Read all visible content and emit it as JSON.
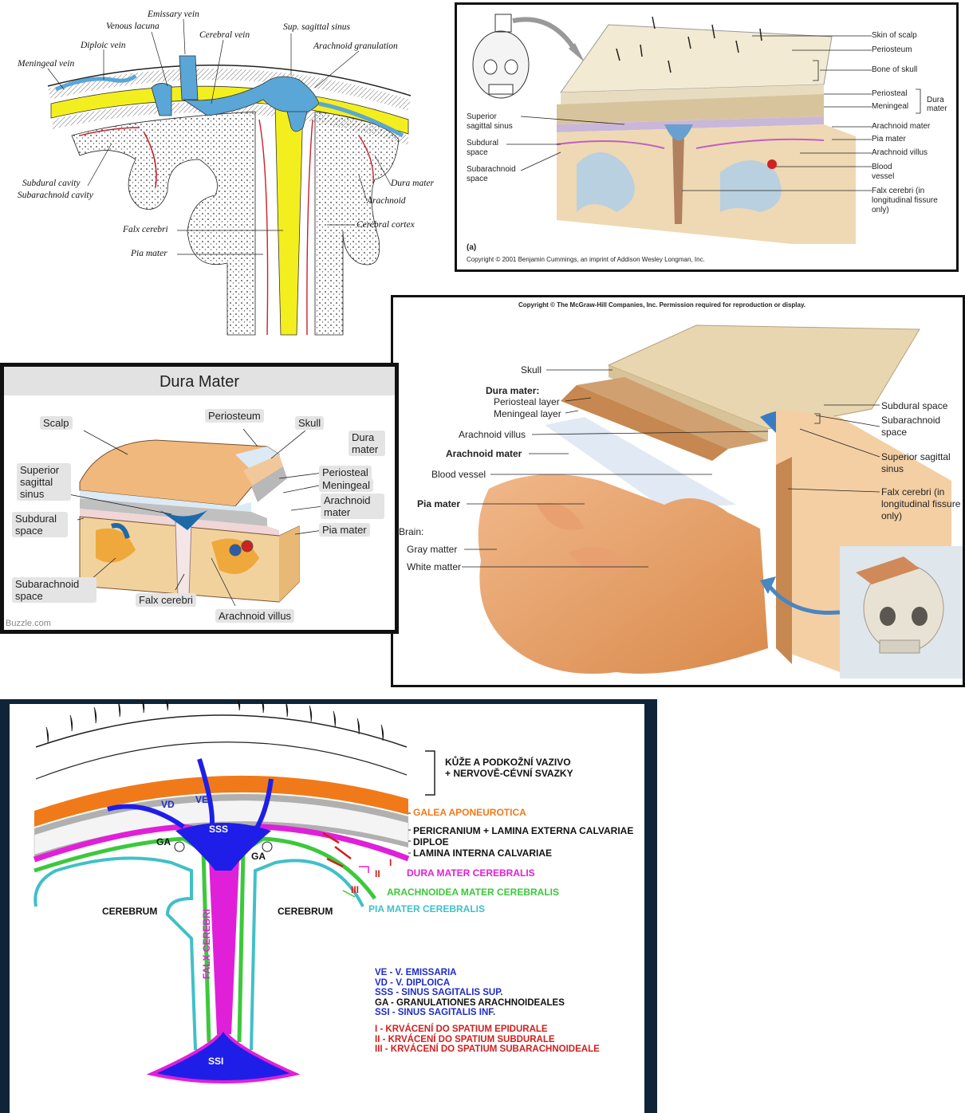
{
  "panel_gray": {
    "labels": {
      "emissary_vein": "Emissary vein",
      "venous_lacuna": "Venous lacuna",
      "cerebral_vein": "Cerebral vein",
      "sup_sagittal_sinus": "Sup. sagittal sinus",
      "diploic_vein": "Diploic vein",
      "arachnoid_granulation": "Arachnoid granulation",
      "meningeal_vein": "Meningeal vein",
      "subdural_cavity": "Subdural cavity",
      "subarachnoid_cavity": "Subarachnoid cavity",
      "dura_mater": "Dura mater",
      "arachnoid": "Arachnoid",
      "cerebral_cortex": "Cerebral cortex",
      "falx_cerebri": "Falx cerebri",
      "pia_mater": "Pia mater"
    },
    "colors": {
      "dura": "#f3ef1e",
      "vein": "#5aa6d6",
      "artery": "#c8202a"
    }
  },
  "panel_cummings": {
    "labels": {
      "skin_of_scalp": "Skin of scalp",
      "periosteum": "Periosteum",
      "bone_of_skull": "Bone of skull",
      "periosteal": "Periosteal",
      "meningeal": "Meningeal",
      "dura_mater": "Dura mater",
      "arachnoid_mater": "Arachnoid mater",
      "pia_mater": "Pia mater",
      "arachnoid_villus": "Arachnoid villus",
      "blood_vessel": "Blood vessel",
      "falx_cerebri": "Falx cerebri (in longitudinal fissure only)",
      "superior_sagittal_sinus": "Superior sagittal sinus",
      "subdural_space": "Subdural space",
      "subarachnoid_space": "Subarachnoid space",
      "panel_letter": "(a)",
      "copyright": "Copyright © 2001 Benjamin Cummings, an imprint of Addison Wesley Longman, Inc."
    }
  },
  "panel_buzzle": {
    "title": "Dura Mater",
    "labels": {
      "scalp": "Scalp",
      "periosteum": "Periosteum",
      "skull": "Skull",
      "dura_mater": "Dura mater",
      "superior_sagittal_sinus": "Superior sagittal sinus",
      "periosteal": "Periosteal",
      "meningeal": "Meningeal",
      "arachnoid_mater": "Arachnoid mater",
      "subdural_space": "Subdural space",
      "pia_mater": "Pia mater",
      "subarachnoid_space": "Subarachnoid space",
      "falx_cerebri": "Falx cerebri",
      "arachnoid_villus": "Arachnoid villus",
      "credit": "Buzzle.com"
    }
  },
  "panel_mcgraw": {
    "copyright": "Copyright © The McGraw-Hill Companies, Inc. Permission required for reproduction or display.",
    "labels": {
      "skull": "Skull",
      "dura_mater_heading": "Dura mater:",
      "periosteal_layer": "Periosteal layer",
      "meningeal_layer": "Meningeal layer",
      "arachnoid_villus": "Arachnoid villus",
      "arachnoid_mater": "Arachnoid mater",
      "blood_vessel": "Blood vessel",
      "pia_mater": "Pia mater",
      "brain": "Brain:",
      "gray_matter": "Gray matter",
      "white_matter": "White matter",
      "subdural_space": "Subdural space",
      "subarachnoid_space": "Subarachnoid space",
      "superior_sagittal_sinus": "Superior sagittal sinus",
      "falx_cerebri": "Falx cerebri (in longitudinal fissure only)"
    }
  },
  "panel_czech": {
    "labels": {
      "kuze": "KŮŽE A PODKOŽNÍ VAZIVO",
      "kuze2": "+ NERVOVĚ-CÉVNÍ SVAZKY",
      "galea": "GALEA APONEUROTICA",
      "pericranium": "PERICRANIUM + LAMINA EXTERNA CALVARIAE",
      "diploe": "DIPLOE",
      "lamina_interna": "LAMINA INTERNA CALVARIAE",
      "dura": "DURA MATER CEREBRALIS",
      "arachnoidea": "ARACHNOIDEA MATER CEREBRALIS",
      "pia": "PIA MATER CEREBRALIS",
      "cerebrum_left": "CEREBRUM",
      "cerebrum_right": "CEREBRUM",
      "falx": "FALX CEREBRI",
      "vd": "VD",
      "ve": "VE",
      "sss": "SSS",
      "ga_left": "GA",
      "ga_right": "GA",
      "ssi": "SSI",
      "roman_i": "I",
      "roman_ii": "II",
      "roman_iii": "III"
    },
    "legend": [
      {
        "text": "VE - V. EMISSARIA",
        "color": "#1e2cc8"
      },
      {
        "text": "VD - V. DIPLOICA",
        "color": "#1e2cc8"
      },
      {
        "text": "SSS - SINUS SAGITALIS SUP.",
        "color": "#1e2cc8"
      },
      {
        "text": "GA - GRANULATIONES ARACHNOIDEALES",
        "color": "#111111"
      },
      {
        "text": "SSI - SINUS SAGITALIS INF.",
        "color": "#1e2cc8"
      }
    ],
    "legend2": [
      {
        "text": "I - KRVÁCENÍ DO SPATIUM EPIDURALE",
        "color": "#d21e1e"
      },
      {
        "text": "II - KRVÁCENÍ DO SPATIUM SUBDURALE",
        "color": "#d21e1e"
      },
      {
        "text": "III - KRVÁCENÍ DO SPATIUM SUBARACHNOIDEALE",
        "color": "#d21e1e"
      }
    ],
    "colors": {
      "galea": "#f07a1a",
      "dura": "#e020d8",
      "arachnoid": "#3cc83c",
      "pia": "#40c0c8",
      "sinus": "#1e1ee8"
    }
  }
}
